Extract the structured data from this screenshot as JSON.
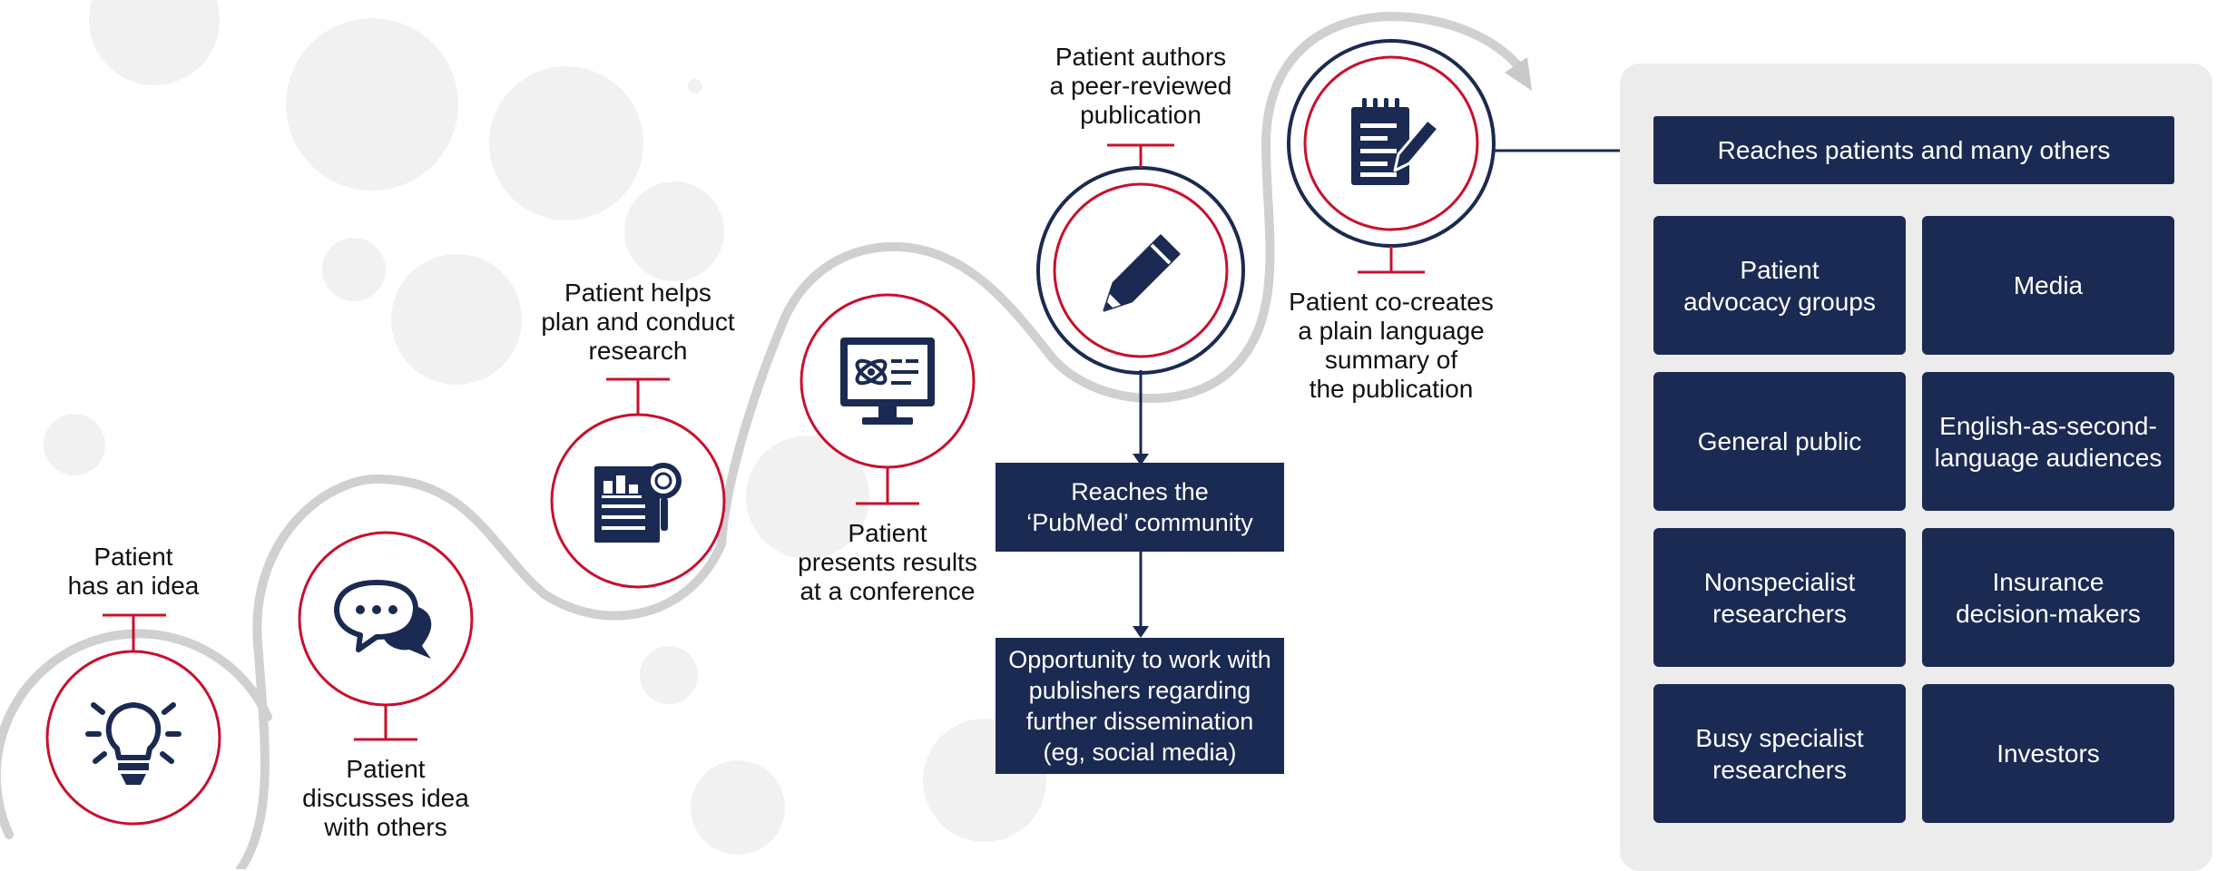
{
  "steps": [
    {
      "lines": [
        "Patient",
        "has an idea"
      ],
      "icon": "lightbulb-icon"
    },
    {
      "lines": [
        "Patient",
        "discusses idea",
        "with others"
      ],
      "icon": "chat-bubbles-icon"
    },
    {
      "lines": [
        "Patient helps",
        "plan and conduct",
        "research"
      ],
      "icon": "document-search-icon"
    },
    {
      "lines": [
        "Patient",
        "presents results",
        "at a conference"
      ],
      "icon": "monitor-presentation-icon"
    },
    {
      "lines": [
        "Patient authors",
        "a peer-reviewed",
        "publication"
      ],
      "icon": "pencil-icon"
    },
    {
      "lines": [
        "Patient co-creates",
        "a plain language",
        "summary of",
        "the publication"
      ],
      "icon": "notepad-pen-icon"
    }
  ],
  "pubmed_box": {
    "lines": [
      "Reaches the",
      "‘PubMed’ community"
    ]
  },
  "opportunity_box": {
    "lines": [
      "Opportunity to work with",
      "publishers regarding",
      "further dissemination",
      "(eg, social media)"
    ]
  },
  "audience": {
    "header": "Reaches patients and many others",
    "tiles": [
      {
        "lines": [
          "Patient",
          "advocacy groups"
        ]
      },
      {
        "lines": [
          "Media"
        ]
      },
      {
        "lines": [
          "General public"
        ]
      },
      {
        "lines": [
          "English-as-second-",
          "language audiences"
        ]
      },
      {
        "lines": [
          "Nonspecialist",
          "researchers"
        ]
      },
      {
        "lines": [
          "Insurance",
          "decision-makers"
        ]
      },
      {
        "lines": [
          "Busy specialist",
          "researchers"
        ]
      },
      {
        "lines": [
          "Investors"
        ]
      }
    ]
  },
  "colors": {
    "navy": "#1b2a52",
    "red": "#c8102e",
    "path_gray": "#cfcfcf",
    "panel_gray": "#ececec",
    "bubble_gray": "#e6e6e6"
  }
}
